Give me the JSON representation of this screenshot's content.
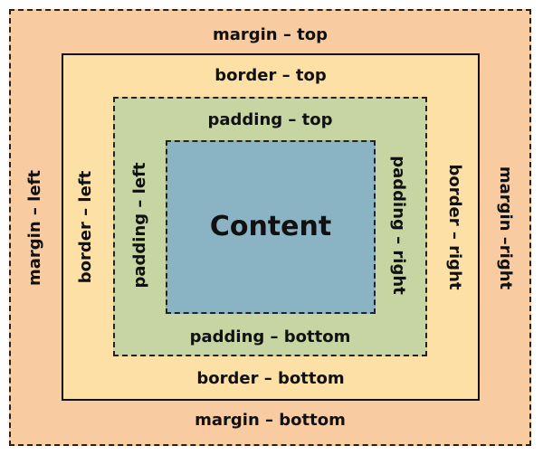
{
  "colors": {
    "margin": "#f8cba0",
    "border": "#fde0a5",
    "padding": "#c6d5a2",
    "content": "#8ab3c3",
    "outline": "#222222"
  },
  "labels": {
    "margin_top": "margin – top",
    "margin_bottom": "margin – bottom",
    "margin_left": "margin – left",
    "margin_right": "margin –right",
    "border_top": "border – top",
    "border_bottom": "border – bottom",
    "border_left": "border – left",
    "border_right": "border – right",
    "padding_top": "padding – top",
    "padding_bottom": "padding – bottom",
    "padding_left": "padding – left",
    "padding_right": "padding – right",
    "content": "Content"
  }
}
